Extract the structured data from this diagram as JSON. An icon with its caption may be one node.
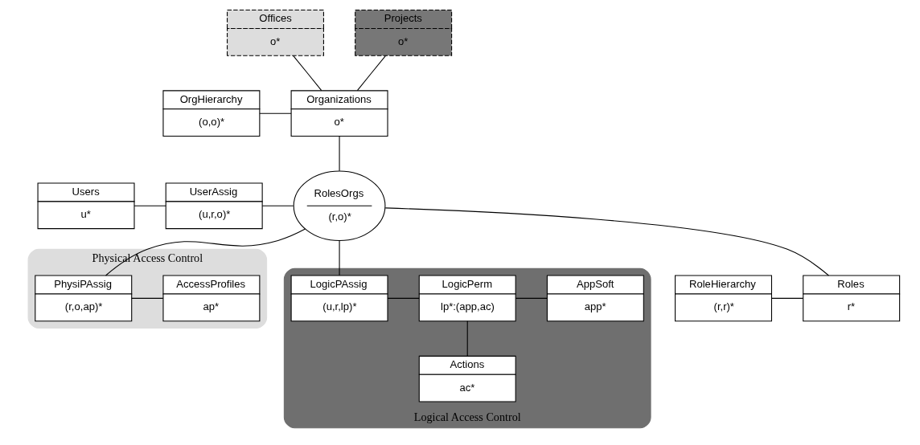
{
  "diagram": {
    "nodes": [
      {
        "text": [
          "Offices",
          "o*"
        ]
      },
      {
        "text": [
          "Projects",
          "o*"
        ]
      },
      {
        "text": [
          "OrgHierarchy",
          "(o,o)*"
        ]
      },
      {
        "text": [
          "Organizations",
          "o*"
        ]
      },
      {
        "text": [
          "Physical Access Control"
        ]
      },
      {
        "text": [
          "PhysiPAssig",
          "(r,o,ap)*"
        ],
        "in": 4
      },
      {
        "text": [
          "AccessProfiles",
          "ap*"
        ],
        "in": 4
      },
      {
        "text": [
          "Users",
          "u*"
        ]
      },
      {
        "text": [
          "UserAssig",
          "(u,r,o)*"
        ]
      },
      {
        "text": [
          "RolesOrgs",
          "(r,o)*"
        ]
      },
      {
        "text": [
          "Logical Access Control"
        ]
      },
      {
        "text": [
          "LogicPAssig",
          "(u,r,lp)*"
        ],
        "in": 10
      },
      {
        "text": [
          "LogicPerm",
          "lp*:(app,ac)"
        ],
        "in": 10
      },
      {
        "text": [
          "AppSoft",
          "app*"
        ],
        "in": 10
      },
      {
        "text": [
          "Actions",
          "ac*"
        ],
        "in": 10
      },
      {
        "text": [
          "RoleHierarchy",
          "(r,r)*"
        ]
      },
      {
        "text": [
          "Roles",
          "r*"
        ]
      }
    ],
    "edges": [
      {
        "from": 0,
        "to": 3,
        "arrow": "none"
      },
      {
        "from": 1,
        "to": 3,
        "arrow": "none"
      },
      {
        "from": 2,
        "to": 3,
        "arrow": "none"
      },
      {
        "from": 3,
        "to": 9,
        "arrow": "none"
      },
      {
        "from": 9,
        "to": 5,
        "arrow": "none"
      },
      {
        "from": 5,
        "to": 6,
        "arrow": "none"
      },
      {
        "from": 7,
        "to": 8,
        "arrow": "none"
      },
      {
        "from": 8,
        "to": 9,
        "arrow": "none"
      },
      {
        "from": 9,
        "to": 11,
        "arrow": "none"
      },
      {
        "from": 11,
        "to": 12,
        "arrow": "none"
      },
      {
        "from": 12,
        "to": 13,
        "arrow": "none"
      },
      {
        "from": 12,
        "to": 14,
        "arrow": "none"
      },
      {
        "from": 9,
        "to": 16,
        "arrow": "none"
      },
      {
        "from": 15,
        "to": 16,
        "arrow": "none"
      }
    ]
  }
}
